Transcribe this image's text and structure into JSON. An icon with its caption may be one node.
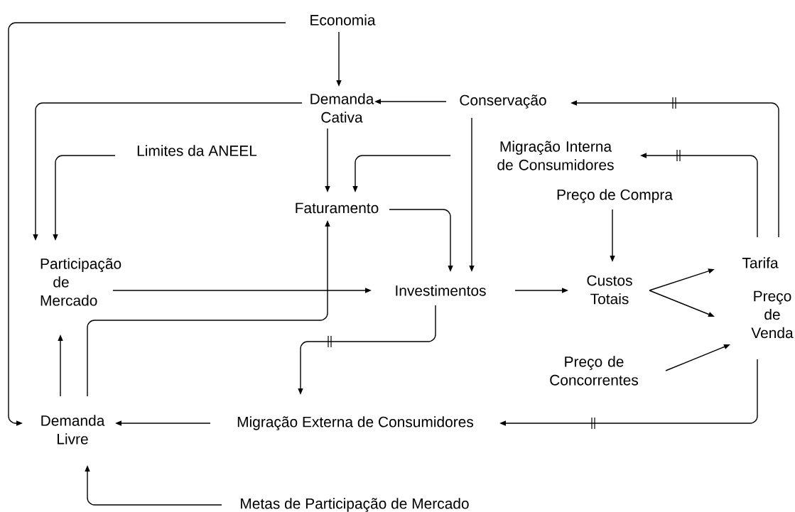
{
  "diagram": {
    "nodes": [
      {
        "text": [
          "Economia"
        ]
      },
      {
        "text": [
          "Demanda Cativa"
        ]
      },
      {
        "text": [
          "Conservação"
        ]
      },
      {
        "text": [
          "Limites da ANEEL"
        ]
      },
      {
        "text": [
          "Migração Interna de Consumidores"
        ]
      },
      {
        "text": [
          "Faturamento"
        ]
      },
      {
        "text": [
          "Preço de Compra"
        ]
      },
      {
        "text": [
          "Participação de Mercado"
        ]
      },
      {
        "text": [
          "Investimentos"
        ]
      },
      {
        "text": [
          "Custos Totais"
        ]
      },
      {
        "text": [
          "Tarifa"
        ]
      },
      {
        "text": [
          "Preço de Venda"
        ]
      },
      {
        "text": [
          "Preço de Concorrentes"
        ]
      },
      {
        "text": [
          "Demanda Livre"
        ]
      },
      {
        "text": [
          "Migração Externa de Consumidores"
        ]
      },
      {
        "text": [
          "Metas de Participação de Mercado"
        ]
      }
    ],
    "edges": [
      {
        "from": 0,
        "to": 1,
        "arrow": "to"
      },
      {
        "from": 0,
        "to": 13,
        "arrow": "to"
      },
      {
        "from": 2,
        "to": 1,
        "arrow": "to"
      },
      {
        "from": 1,
        "to": 7,
        "arrow": "to"
      },
      {
        "from": 3,
        "to": 7,
        "arrow": "to"
      },
      {
        "from": 1,
        "to": 5,
        "arrow": "to"
      },
      {
        "from": 4,
        "to": 5,
        "arrow": "to"
      },
      {
        "from": 2,
        "to": 8,
        "arrow": "to"
      },
      {
        "from": 5,
        "to": 8,
        "arrow": "to"
      },
      {
        "from": 10,
        "to": 2,
        "arrow": "to"
      },
      {
        "from": 10,
        "to": 4,
        "arrow": "to"
      },
      {
        "from": 6,
        "to": 9,
        "arrow": "to"
      },
      {
        "from": 7,
        "to": 8,
        "arrow": "to"
      },
      {
        "from": 8,
        "to": 9,
        "arrow": "to"
      },
      {
        "from": 9,
        "to": 10,
        "arrow": "to"
      },
      {
        "from": 9,
        "to": 11,
        "arrow": "to"
      },
      {
        "from": 12,
        "to": 11,
        "arrow": "to"
      },
      {
        "from": 8,
        "to": 14,
        "arrow": "to"
      },
      {
        "from": 11,
        "to": 14,
        "arrow": "to"
      },
      {
        "from": 14,
        "to": 13,
        "arrow": "to"
      },
      {
        "from": 13,
        "to": 7,
        "arrow": "to"
      },
      {
        "from": 13,
        "to": 5,
        "arrow": "to"
      },
      {
        "from": 15,
        "to": 13,
        "arrow": "to"
      }
    ]
  }
}
